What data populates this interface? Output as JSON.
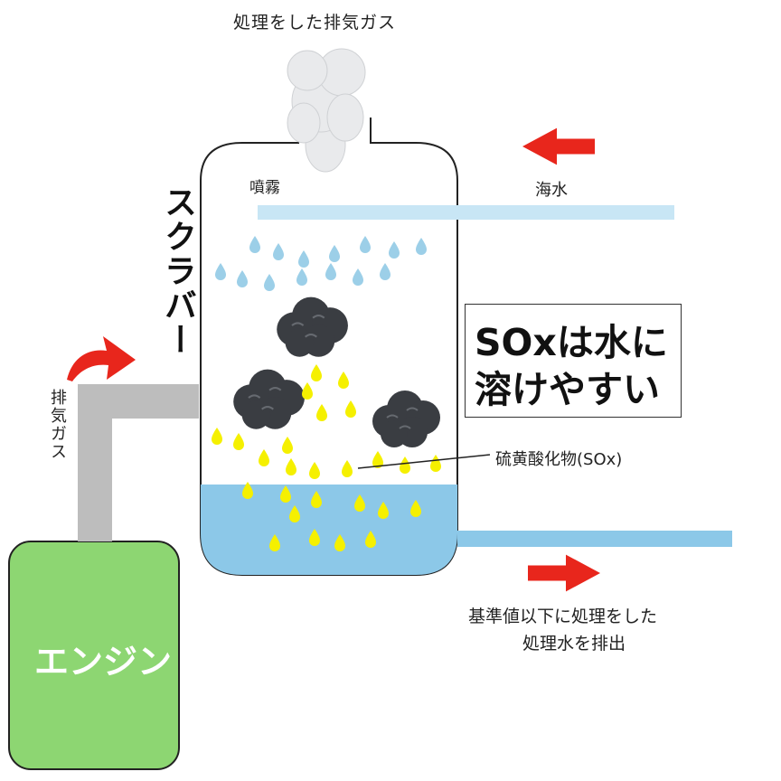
{
  "labels": {
    "exhaust_treated": "処理をした排気ガス",
    "spray": "噴霧",
    "seawater": "海水",
    "scrubber": "スクラバー",
    "exhaust_gas": "排気ガス",
    "callout_line1": "SOxは水に",
    "callout_line2": "溶けやすい",
    "sox": "硫黄酸化物(SOx)",
    "discharge_line1": "基準値以下に処理をした",
    "discharge_line2": "処理水を排出",
    "engine": "エンジン"
  },
  "colors": {
    "water": "#8cc8e8",
    "seawater_pipe": "#c8e6f5",
    "droplet_blue": "#9ccfe8",
    "droplet_yellow": "#f5f000",
    "arrow_red": "#e8261c",
    "engine_green": "#8dd672",
    "pipe_gray": "#bdbdbd",
    "soot_cloud": "#3a3d42",
    "steam_cloud": "#e9eaec"
  },
  "icons": {
    "soot": "dark-cloud-icon",
    "steam": "steam-cloud-icon",
    "arrow": "red-arrow-icon",
    "drop": "droplet-icon"
  }
}
